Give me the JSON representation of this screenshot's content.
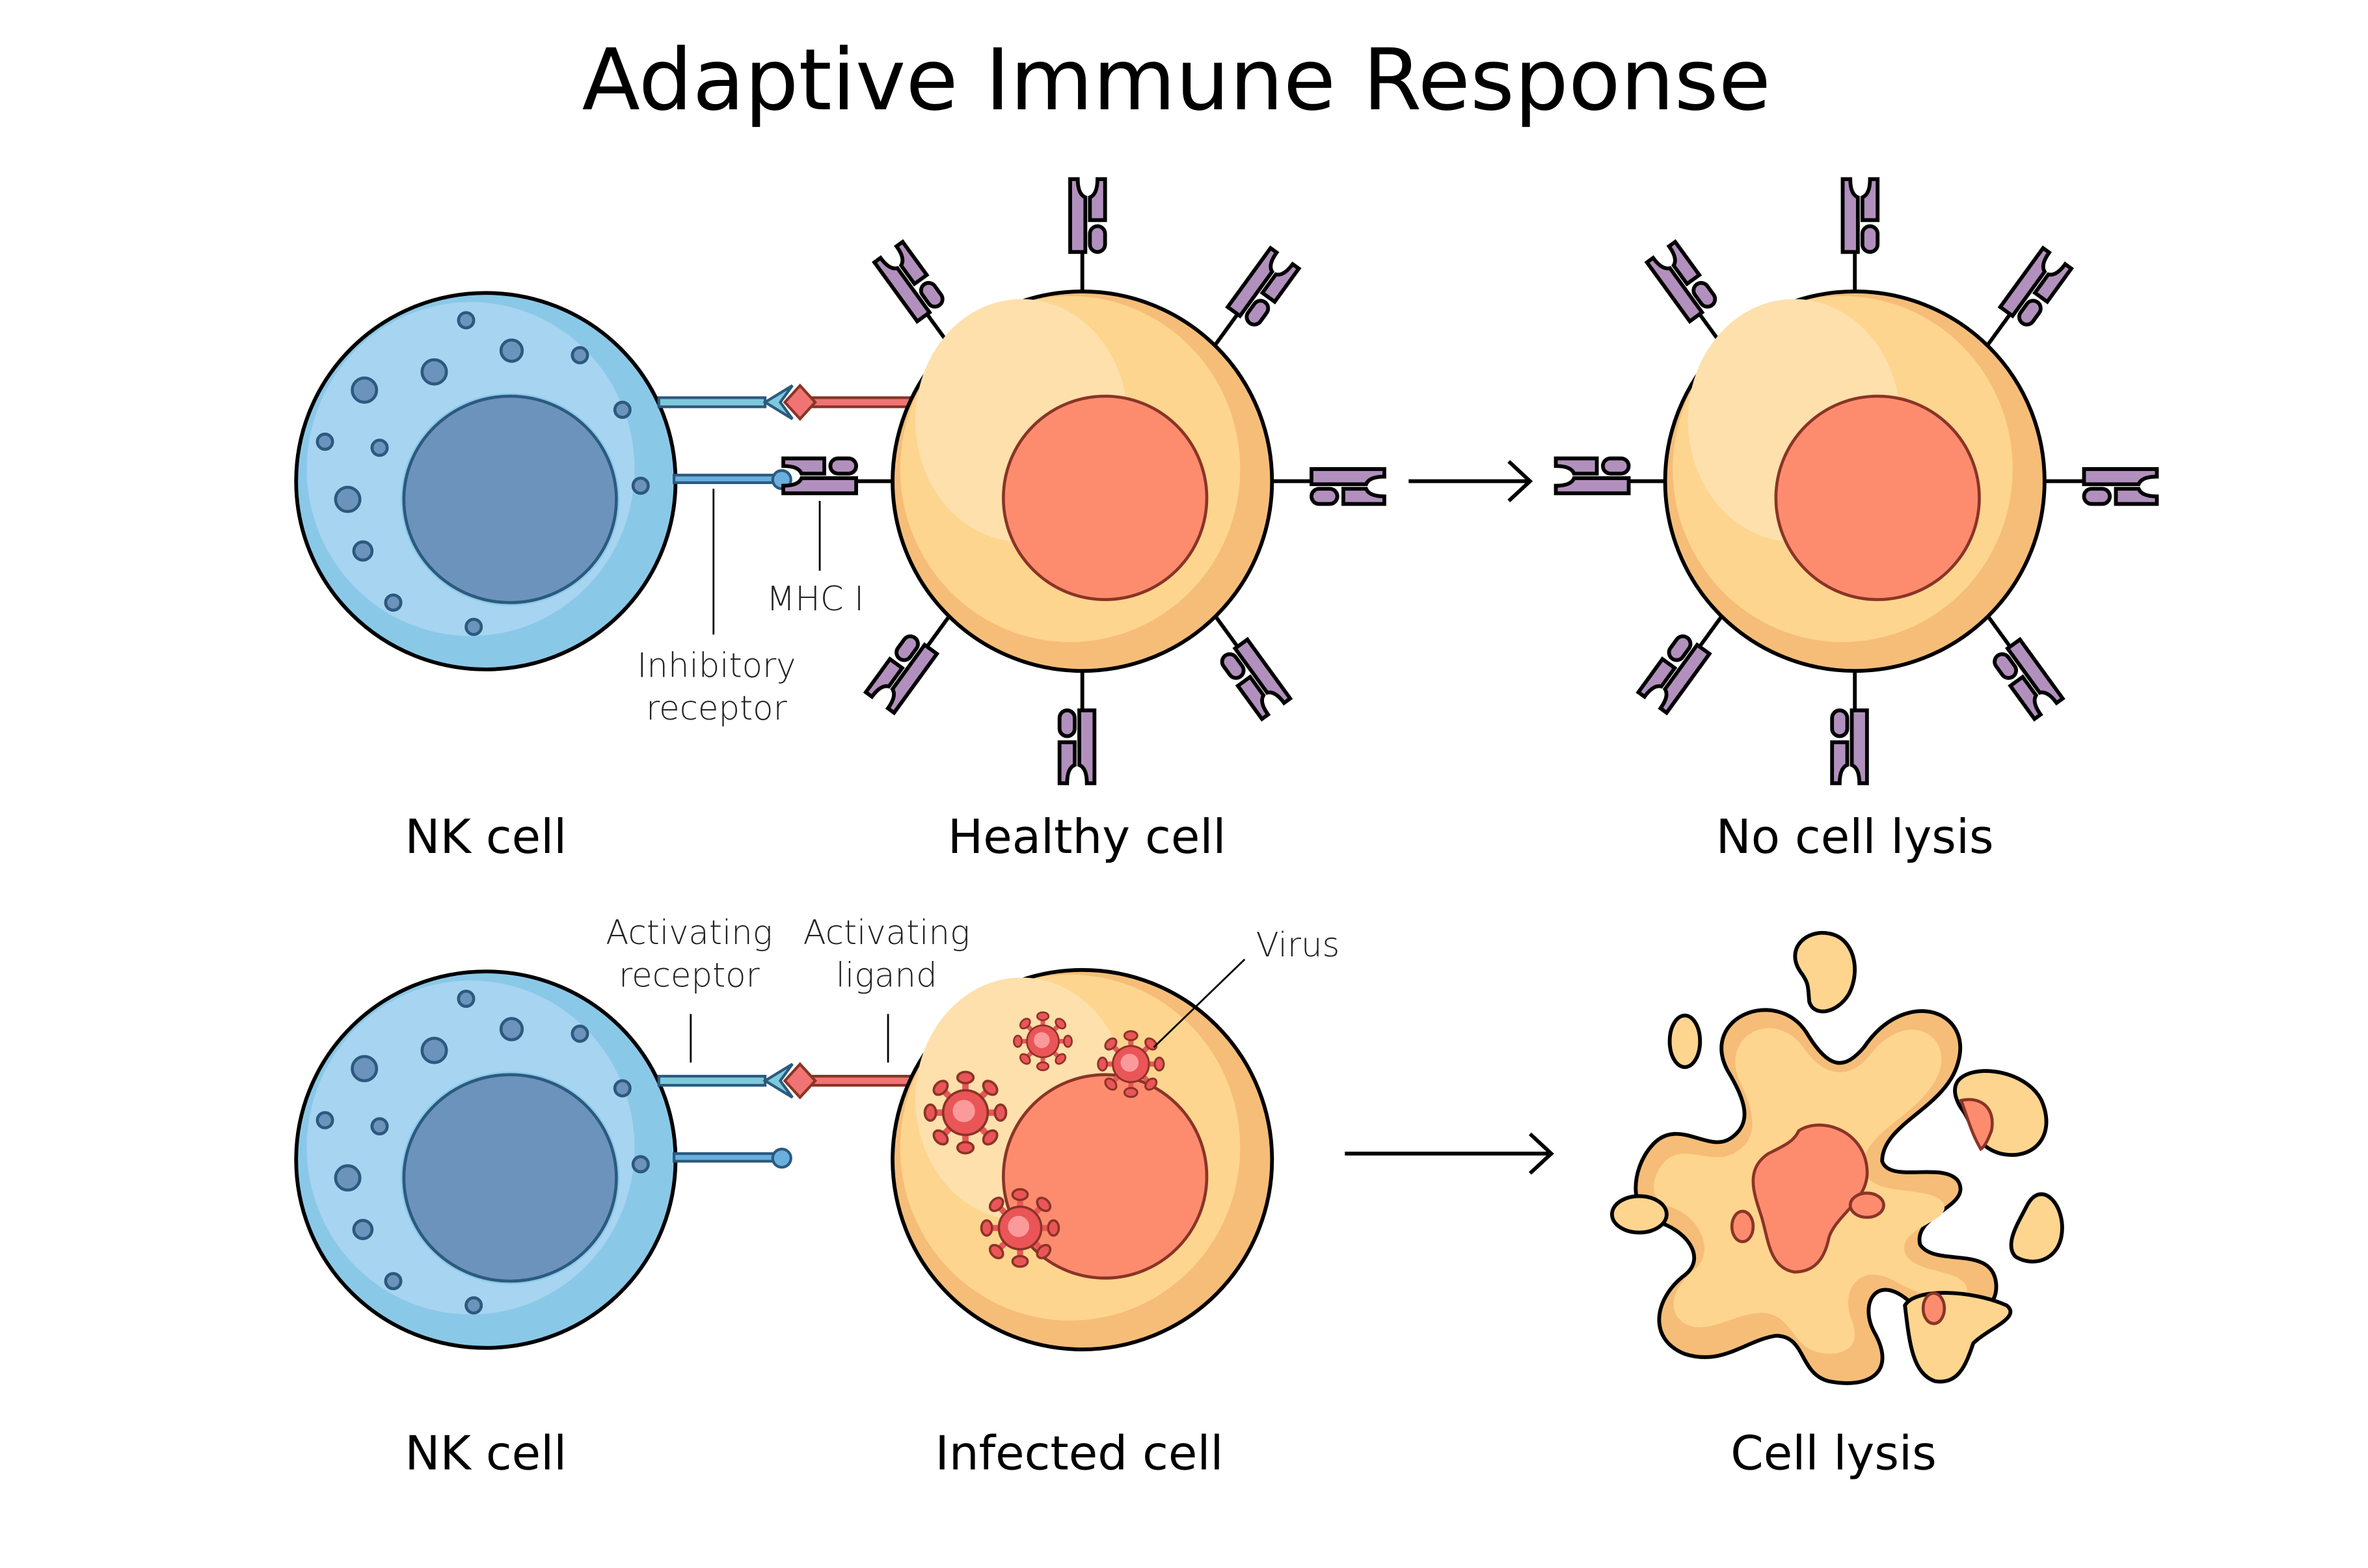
{
  "title": "Adaptive Immune Response",
  "top_row": {
    "nk_caption": "NK cell",
    "target_caption": "Healthy cell",
    "result_caption": "No cell lysis",
    "labels": {
      "mhc": "MHC I",
      "inhibitory_line1": "Inhibitory",
      "inhibitory_line2": "receptor"
    }
  },
  "bottom_row": {
    "nk_caption": "NK cell",
    "target_caption": "Infected cell",
    "result_caption": "Cell lysis",
    "labels": {
      "act_receptor_line1": "Activating",
      "act_receptor_line2": "receptor",
      "act_ligand_line1": "Activating",
      "act_ligand_line2": "ligand",
      "virus": "Virus"
    }
  },
  "colors": {
    "nk_outer": "#8ac8e8",
    "nk_inner": "#a7d4f0",
    "nk_nucleus": "#6c93bb",
    "nk_stroke": "#2c5a7e",
    "cell_outer": "#f5bd78",
    "cell_main": "#fdd58f",
    "cell_highlight": "#fde0ac",
    "nucleus": "#fd8c6f",
    "nucleus_stroke": "#8a3426",
    "mhc": "#b290bd",
    "ligand": "#ef7473",
    "ligand_stroke": "#8a3426",
    "receptor": "#7ec9dc",
    "virus": "#ea5557",
    "virus_core": "#fb9a9a"
  }
}
